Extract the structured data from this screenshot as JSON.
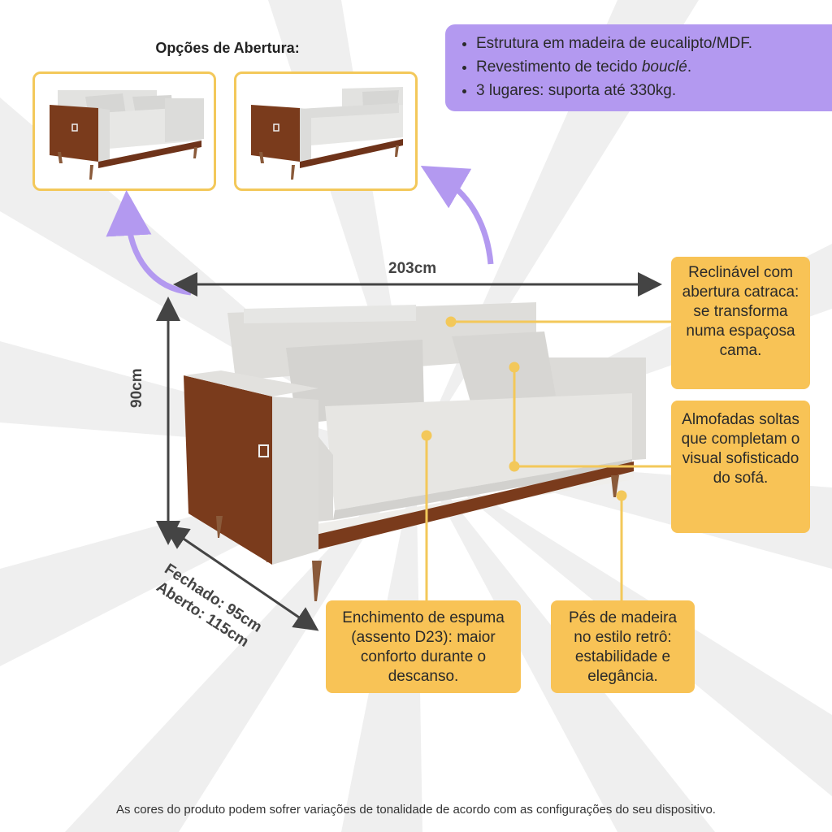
{
  "opening_options": {
    "title": "Opções de Abertura:"
  },
  "features": {
    "items": [
      "Estrutura em madeira de eucalipto/MDF.",
      "Revestimento de tecido bouclé.",
      "3 lugares: suporta até 330kg."
    ],
    "emphasis_word": "bouclé"
  },
  "dimensions": {
    "width": "203cm",
    "height": "90cm",
    "depth_closed": "Fechado: 95cm",
    "depth_open": "Aberto: 115cm"
  },
  "callouts": {
    "reclinavel": "Reclinável com abertura catraca: se transforma numa espaçosa cama.",
    "almofadas": "Almofadas soltas que completam o visual sofisticado do sofá.",
    "enchimento": "Enchimento de espuma (assento D23): maior conforto durante o descanso.",
    "pes": "Pés de madeira no estilo retrô: estabilidade e elegância."
  },
  "footer": {
    "disclaimer": "As cores do produto podem sofrer variações de tonalidade de acordo com as configurações do seu dispositivo."
  },
  "colors": {
    "accent_purple": "#b399f0",
    "callout_yellow": "#f8c356",
    "thumb_border": "#f3c85a",
    "arrow_purple": "#b399f0",
    "wood": "#7a3b1c",
    "fabric": "#e4e4e2"
  }
}
